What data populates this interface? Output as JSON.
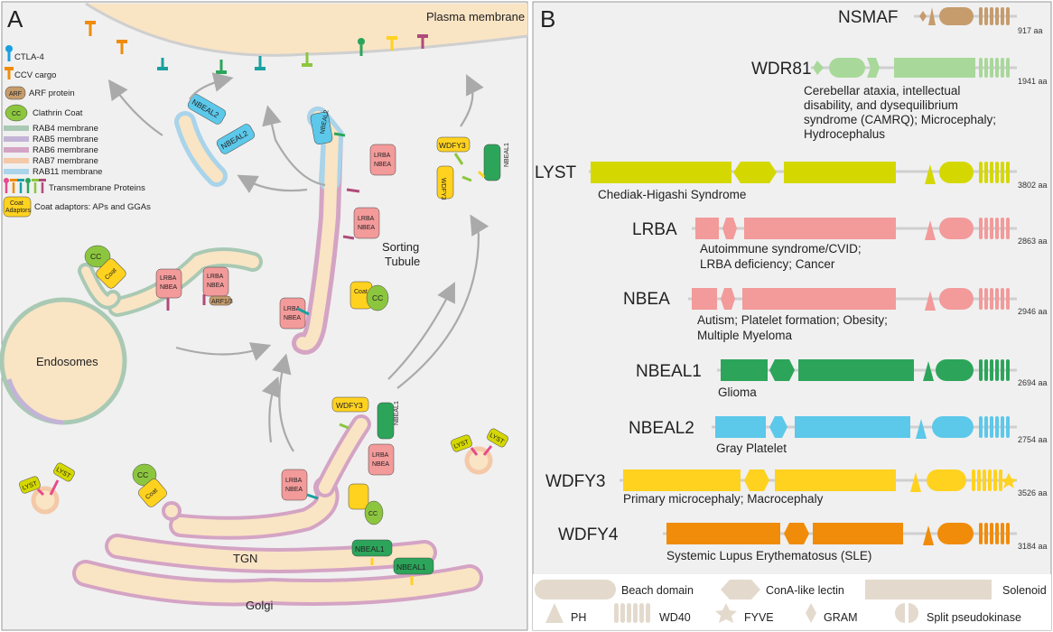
{
  "panel_a": {
    "letter": "A",
    "plasma_membrane": "Plasma membrane",
    "endosomes": "Endosomes",
    "sorting_tubule": [
      "Sorting",
      "Tubule"
    ],
    "tgn": "TGN",
    "golgi": "Golgi",
    "legend": {
      "ctla4": "CTLA-4",
      "ccv": "CCV cargo",
      "arf_icon": "ARF",
      "arf": "ARF protein",
      "cc_icon": "CC",
      "cc": "Clathrin Coat",
      "rab4": "RAB4 membrane",
      "rab5": "RAB5 membrane",
      "rab6": "RAB6 membrane",
      "rab7": "RAB7 membrane",
      "rab11": "RAB11 membrane",
      "tm": "Transmembrane Proteins",
      "coat_icon": [
        "Coat",
        "Adaptors"
      ],
      "coat": "Coat adaptors: APs and GGAs"
    },
    "tags": {
      "nbeal2": "NBEAL2",
      "nbeal1": "NBEAL1",
      "wdfy3": "WDFY3",
      "lrba_nbea": [
        "LRBA",
        "NBEA"
      ],
      "arf13": "ARF1/3",
      "lyst": "LYST",
      "cc": "CC",
      "coat": [
        "Coat",
        "Adaptors"
      ],
      "arf": "ARF"
    },
    "colors": {
      "rab4": "#a9c9b4",
      "rab5": "#c3b3d6",
      "rab6": "#d4a4c4",
      "rab7": "#f4c9a8",
      "rab11": "#a9d4ea",
      "lumen": "#f9e4c4",
      "background": "#f0f0f0"
    }
  },
  "panel_b": {
    "letter": "B",
    "proteins": [
      {
        "name": "NSMAF",
        "length": "917 aa",
        "disease": []
      },
      {
        "name": "WDR81",
        "length": "1941 aa",
        "disease": [
          "Cerebellar ataxia, intellectual",
          "disability, and dysequilibrium",
          "syndrome (CAMRQ); Microcephaly;",
          "Hydrocephalus"
        ]
      },
      {
        "name": "LYST",
        "length": "3802 aa",
        "disease": [
          "Chediak-Higashi Syndrome"
        ]
      },
      {
        "name": "LRBA",
        "length": "2863 aa",
        "disease": [
          "Autoimmune syndrome/CVID;",
          "LRBA deficiency; Cancer"
        ]
      },
      {
        "name": "NBEA",
        "length": "2946 aa",
        "disease": [
          "Autism; Platelet formation; Obesity;",
          "Multiple Myeloma"
        ]
      },
      {
        "name": "NBEAL1",
        "length": "2694 aa",
        "disease": [
          "Glioma"
        ]
      },
      {
        "name": "NBEAL2",
        "length": "2754 aa",
        "disease": [
          "Gray Platelet"
        ]
      },
      {
        "name": "WDFY3",
        "length": "3526 aa",
        "disease": [
          "Primary microcephaly; Macrocephaly"
        ]
      },
      {
        "name": "WDFY4",
        "length": "3184 aa",
        "disease": [
          "Systemic Lupus Erythematosus (SLE)"
        ]
      }
    ],
    "legend": {
      "beach": "Beach domain",
      "cona": "ConA-like lectin",
      "solenoid": "Solenoid",
      "ph": "PH",
      "wd40": "WD40",
      "fyve": "FYVE",
      "gram": "GRAM",
      "split": "Split pseudokinase"
    },
    "colors": {
      "nsmaf": "#c69c6d",
      "wdr81": "#a8d89a",
      "lyst": "#d5d800",
      "lrba": "#f39a9a",
      "nbea": "#f39a9a",
      "nbeal1": "#2ca55a",
      "nbeal2": "#5cc8ea",
      "wdfy3": "#ffd21f",
      "wdfy4": "#f08c0a",
      "legend_shape": "#e3dacd"
    }
  }
}
